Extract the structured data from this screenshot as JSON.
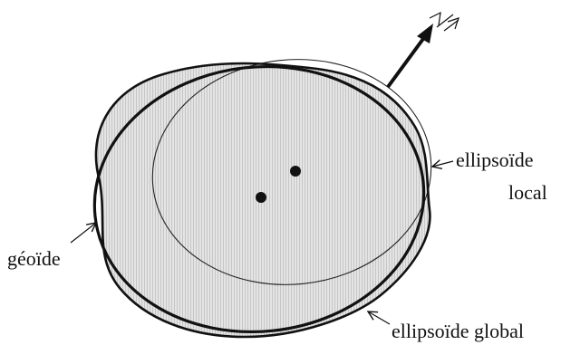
{
  "labels": {
    "local_ellipsoid_line1": "ellipsoïde",
    "local_ellipsoid_line2": "local",
    "geoid": "géoïde",
    "global_ellipsoid": "ellipsoïde global"
  },
  "colors": {
    "ink": "#111111",
    "fill_shade": "#d9d9d9",
    "background": "#ffffff"
  }
}
